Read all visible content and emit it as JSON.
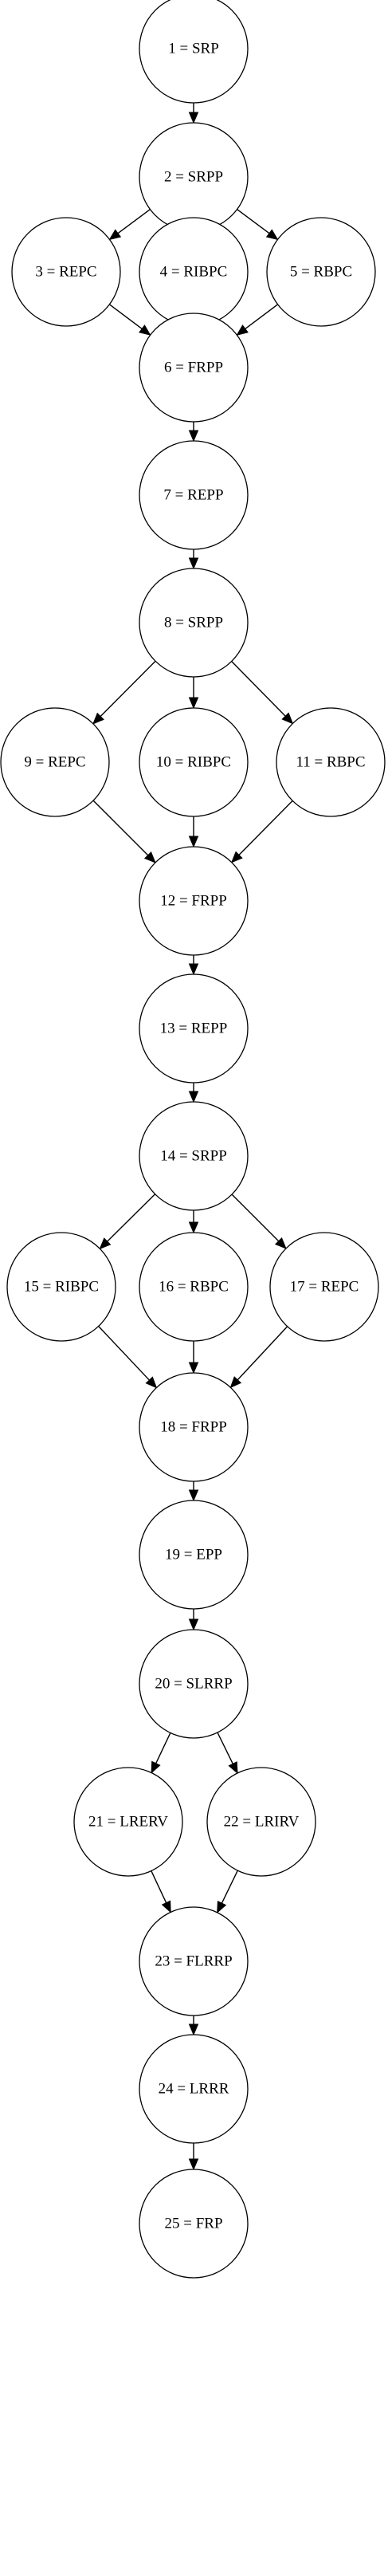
{
  "graph": {
    "nodes": [
      {
        "id": "1",
        "label": "1 = SRP"
      },
      {
        "id": "2",
        "label": "2 = SRPP"
      },
      {
        "id": "3",
        "label": "3 = REPC"
      },
      {
        "id": "4",
        "label": "4 = RIBPC"
      },
      {
        "id": "5",
        "label": "5 = RBPC"
      },
      {
        "id": "6",
        "label": "6 = FRPP"
      },
      {
        "id": "7",
        "label": "7 = REPP"
      },
      {
        "id": "8",
        "label": "8 = SRPP"
      },
      {
        "id": "9",
        "label": "9 = REPC"
      },
      {
        "id": "10",
        "label": "10 = RIBPC"
      },
      {
        "id": "11",
        "label": "11 = RBPC"
      },
      {
        "id": "12",
        "label": "12 = FRPP"
      },
      {
        "id": "13",
        "label": "13 = REPP"
      },
      {
        "id": "14",
        "label": "14 = SRPP"
      },
      {
        "id": "15",
        "label": "15 = RIBPC"
      },
      {
        "id": "16",
        "label": "16 = RBPC"
      },
      {
        "id": "17",
        "label": "17 = REPC"
      },
      {
        "id": "18",
        "label": "18 = FRPP"
      },
      {
        "id": "19",
        "label": "19 = EPP"
      },
      {
        "id": "20",
        "label": "20 = SLRRP"
      },
      {
        "id": "21",
        "label": "21 = LRERV"
      },
      {
        "id": "22",
        "label": "22 = LRIRV"
      },
      {
        "id": "23",
        "label": "23 = FLRRP"
      },
      {
        "id": "24",
        "label": "24 = LRRR"
      },
      {
        "id": "25",
        "label": "25 = FRP"
      }
    ],
    "edges": [
      [
        "1",
        "2"
      ],
      [
        "2",
        "3"
      ],
      [
        "2",
        "4"
      ],
      [
        "2",
        "5"
      ],
      [
        "3",
        "6"
      ],
      [
        "4",
        "6"
      ],
      [
        "5",
        "6"
      ],
      [
        "6",
        "7"
      ],
      [
        "7",
        "8"
      ],
      [
        "8",
        "9"
      ],
      [
        "8",
        "10"
      ],
      [
        "8",
        "11"
      ],
      [
        "9",
        "12"
      ],
      [
        "10",
        "12"
      ],
      [
        "11",
        "12"
      ],
      [
        "12",
        "13"
      ],
      [
        "13",
        "14"
      ],
      [
        "14",
        "15"
      ],
      [
        "14",
        "16"
      ],
      [
        "14",
        "17"
      ],
      [
        "15",
        "18"
      ],
      [
        "16",
        "18"
      ],
      [
        "17",
        "18"
      ],
      [
        "18",
        "19"
      ],
      [
        "19",
        "20"
      ],
      [
        "20",
        "21"
      ],
      [
        "20",
        "22"
      ],
      [
        "21",
        "23"
      ],
      [
        "22",
        "23"
      ],
      [
        "23",
        "24"
      ],
      [
        "24",
        "25"
      ]
    ]
  }
}
